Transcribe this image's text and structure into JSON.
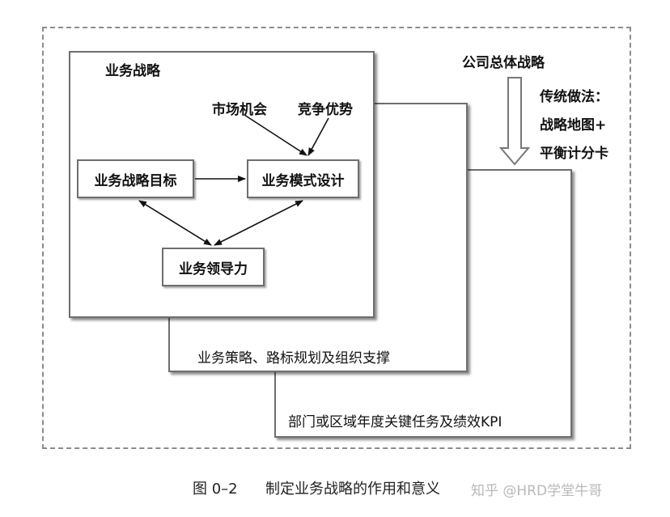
{
  "diagram": {
    "top_right_label": "公司总体战略",
    "method_lines": [
      "传统做法：",
      "战略地图+",
      "平衡计分卡"
    ],
    "layer3_label": "部门或区域年度关键任务及绩效KPI",
    "layer2_label": "业务策略、路标规划及组织支撑",
    "layer1_title": "业务战略",
    "market_label": "市场机会",
    "competitive_label": "竞争优势",
    "goal_box": "业务战略目标",
    "model_box": "业务模式设计",
    "leadership_box": "业务领导力"
  },
  "caption": {
    "figure_number": "图 0–2",
    "title": "制定业务战略的作用和意义"
  },
  "watermark": "知乎 @HRD学堂牛哥"
}
